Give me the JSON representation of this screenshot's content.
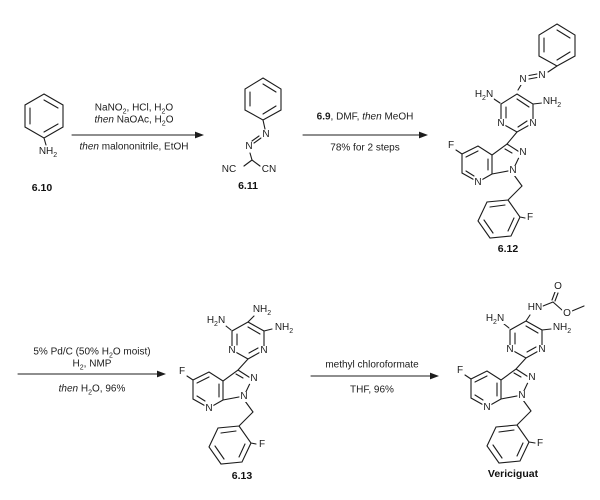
{
  "compounds": {
    "c610": {
      "label": "6.10",
      "atoms": {
        "nh2": "NH~2~"
      }
    },
    "c611": {
      "label": "6.11",
      "atoms": {
        "n_upper": "N",
        "n_lower": "N",
        "nc": "NC",
        "cn": "CN"
      }
    },
    "c612": {
      "label": "6.12",
      "atoms": {
        "azo_n_left": "N",
        "azo_n_right": "N",
        "h2n": "H~2~N",
        "nh2": "NH~2~",
        "pym_n_left": "N",
        "pym_n_right": "N",
        "pz_n2": "N",
        "pz_n1": "N",
        "py_n": "N",
        "f_ring": "F",
        "f_benzyl": "F"
      }
    },
    "c613": {
      "label": "6.13",
      "atoms": {
        "nh2_top": "NH~2~",
        "h2n": "H~2~N",
        "nh2_right": "NH~2~",
        "pym_n_left": "N",
        "pym_n_right": "N",
        "pz_n2": "N",
        "pz_n1": "N",
        "py_n": "N",
        "f_ring": "F",
        "f_benzyl": "F"
      }
    },
    "vericiguat": {
      "label": "Vericiguat",
      "atoms": {
        "hn": "HN",
        "o_carbonyl": "O",
        "o_ester": "O",
        "h2n": "H~2~N",
        "nh2_right": "NH~2~",
        "pym_n_left": "N",
        "pym_n_right": "N",
        "pz_n2": "N",
        "pz_n1": "N",
        "py_n": "N",
        "f_ring": "F",
        "f_benzyl": "F"
      }
    }
  },
  "steps": {
    "step1": {
      "above1": "NaNO~2~, HCl, H~2~O",
      "above2": "*then* NaOAc, H~2~O",
      "below1": "*then* malononitrile, EtOH"
    },
    "step2": {
      "above1": "**6.9**, DMF, *then* MeOH",
      "below1": "78% for 2 steps"
    },
    "step3": {
      "above1": "5% Pd/C (50% H~2~O moist)",
      "above2": "H~2~, NMP",
      "below1": "*then* H~2~O, 96%"
    },
    "step4": {
      "above1": "methyl chloroformate",
      "below1": "THF, 96%"
    }
  },
  "colors": {
    "bond": "#1c1c1c"
  }
}
